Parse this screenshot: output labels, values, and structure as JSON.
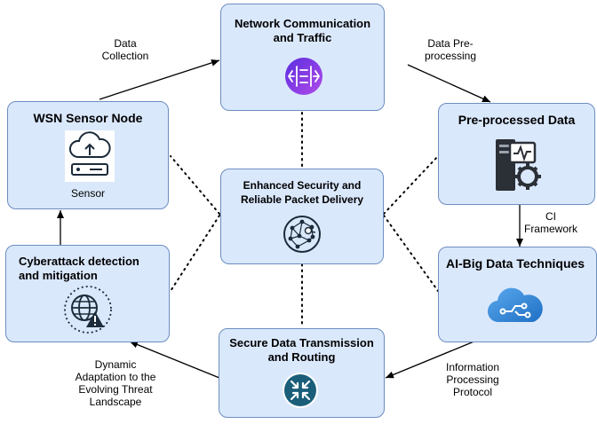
{
  "nodes": {
    "network": {
      "title": "Network Communication and Traffic"
    },
    "wsn": {
      "title": "WSN Sensor Node",
      "sub": "Sensor"
    },
    "preprocessed": {
      "title": "Pre-processed Data"
    },
    "center": {
      "title": "Enhanced Security and Reliable Packet Delivery"
    },
    "cyber": {
      "title": "Cyberattack detection and mitigation"
    },
    "aibig": {
      "title": "AI-Big Data Techniques"
    },
    "secure": {
      "title": "Secure Data Transmission and Routing"
    }
  },
  "edges": {
    "data_collection": "Data\nCollection",
    "data_preprocessing": "Data Pre-\nprocessing",
    "ci_framework": "CI\nFramework",
    "info_protocol": "Information\nProcessing\nProtocol",
    "dynamic_adaptation": "Dynamic\nAdaptation to the\nEvolving Threat\nLandscape"
  },
  "colors": {
    "box_fill": "#dae8fc",
    "box_border": "#6c8ebf",
    "accent_purple": "#7b3fe4",
    "accent_teal": "#1a5e7a",
    "accent_blue": "#2f8fd8"
  },
  "icons": [
    "network-switch-icon",
    "cloud-upload-device-icon",
    "server-gear-icon",
    "security-network-icon",
    "globe-warning-icon",
    "cloud-circuit-icon",
    "router-arrows-icon"
  ]
}
